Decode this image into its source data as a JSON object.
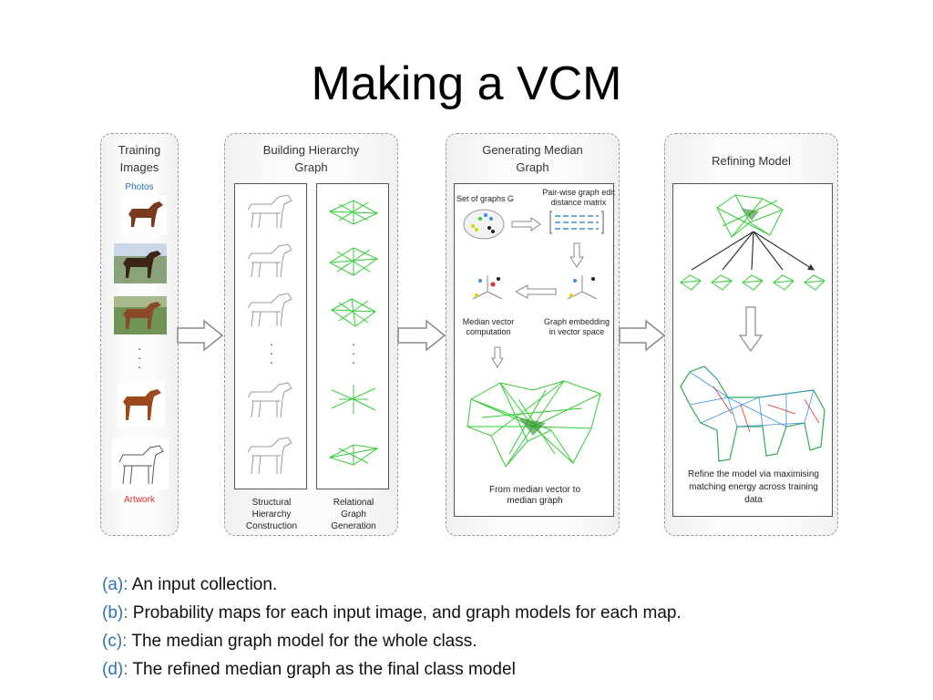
{
  "slide": {
    "title": "Making a VCM"
  },
  "panels": {
    "training": {
      "title": "Training Images",
      "photos_label": "Photos",
      "artwork_label": "Artwork"
    },
    "hierarchy": {
      "title": "Building Hierarchy Graph",
      "caption_left": "Structural Hierarchy Construction",
      "caption_right": "Relational Graph Generation"
    },
    "median": {
      "title": "Generating Median Graph",
      "set_label": "Set of graphs G",
      "matrix_label": "Pair-wise graph edit distance matrix",
      "median_vector_label": "Median vector computation",
      "embedding_label": "Graph embedding in vector space",
      "from_label": "From median vector to median graph"
    },
    "refining": {
      "title": "Refining Model",
      "caption": "Refine the model via maximising matching energy across training data"
    }
  },
  "legend": [
    {
      "key": "(a):",
      "text": "An input collection."
    },
    {
      "key": "(b):",
      "text": "Probability maps for each input image, and graph models for each map."
    },
    {
      "key": "(c):",
      "text": "The median graph model for the whole class."
    },
    {
      "key": "(d):",
      "text": "The refined median graph as the final class model"
    }
  ],
  "colors": {
    "accent": "#2e74b5",
    "artwork": "#e03030",
    "graph_green": "#33cc33",
    "arrow_fill": "#ffffff",
    "arrow_stroke": "#888888"
  },
  "icons": [
    "horse-photo-icon",
    "horse-sketch-icon",
    "graph-icon",
    "block-arrow-icon"
  ]
}
